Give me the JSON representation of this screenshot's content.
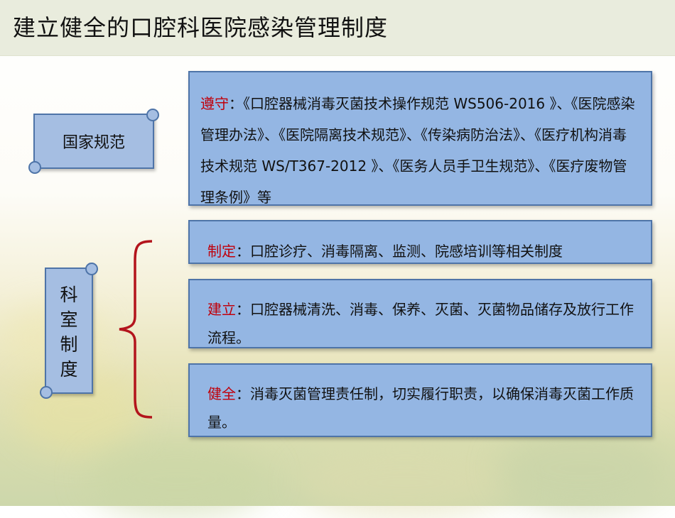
{
  "header": {
    "title": "建立健全的口腔科医院感染管理制度"
  },
  "scrolls": {
    "national": "国家规范",
    "department": "科室制度"
  },
  "boxes": [
    {
      "label": "遵守",
      "separator": "：",
      "text": "《口腔器械消毒灭菌技术操作规范 WS506-2016 》、《医院感染管理办法》、《医院隔离技术规范》、《传染病防治法》、《医疗机构消毒技术规范 WS/T367-2012 》、《医务人员手卫生规范》、《医疗废物管理条例》等"
    },
    {
      "label": "制定",
      "separator": "：",
      "text": "口腔诊疗、消毒隔离、监测、院感培训等相关制度"
    },
    {
      "label": "建立",
      "separator": "：",
      "text": "口腔器械清洗、消毒、保养、灭菌、灭菌物品储存及放行工作流程。"
    },
    {
      "label": "健全",
      "separator": "：",
      "text": "消毒灭菌管理责任制，切实履行职责，以确保消毒灭菌工作质量。"
    }
  ],
  "colors": {
    "label_red": "#c0000b",
    "box_blue": "#94b6e3",
    "scroll_blue": "#a5bee2",
    "border_blue": "#4e74a8",
    "brace_red": "#b3141c"
  }
}
